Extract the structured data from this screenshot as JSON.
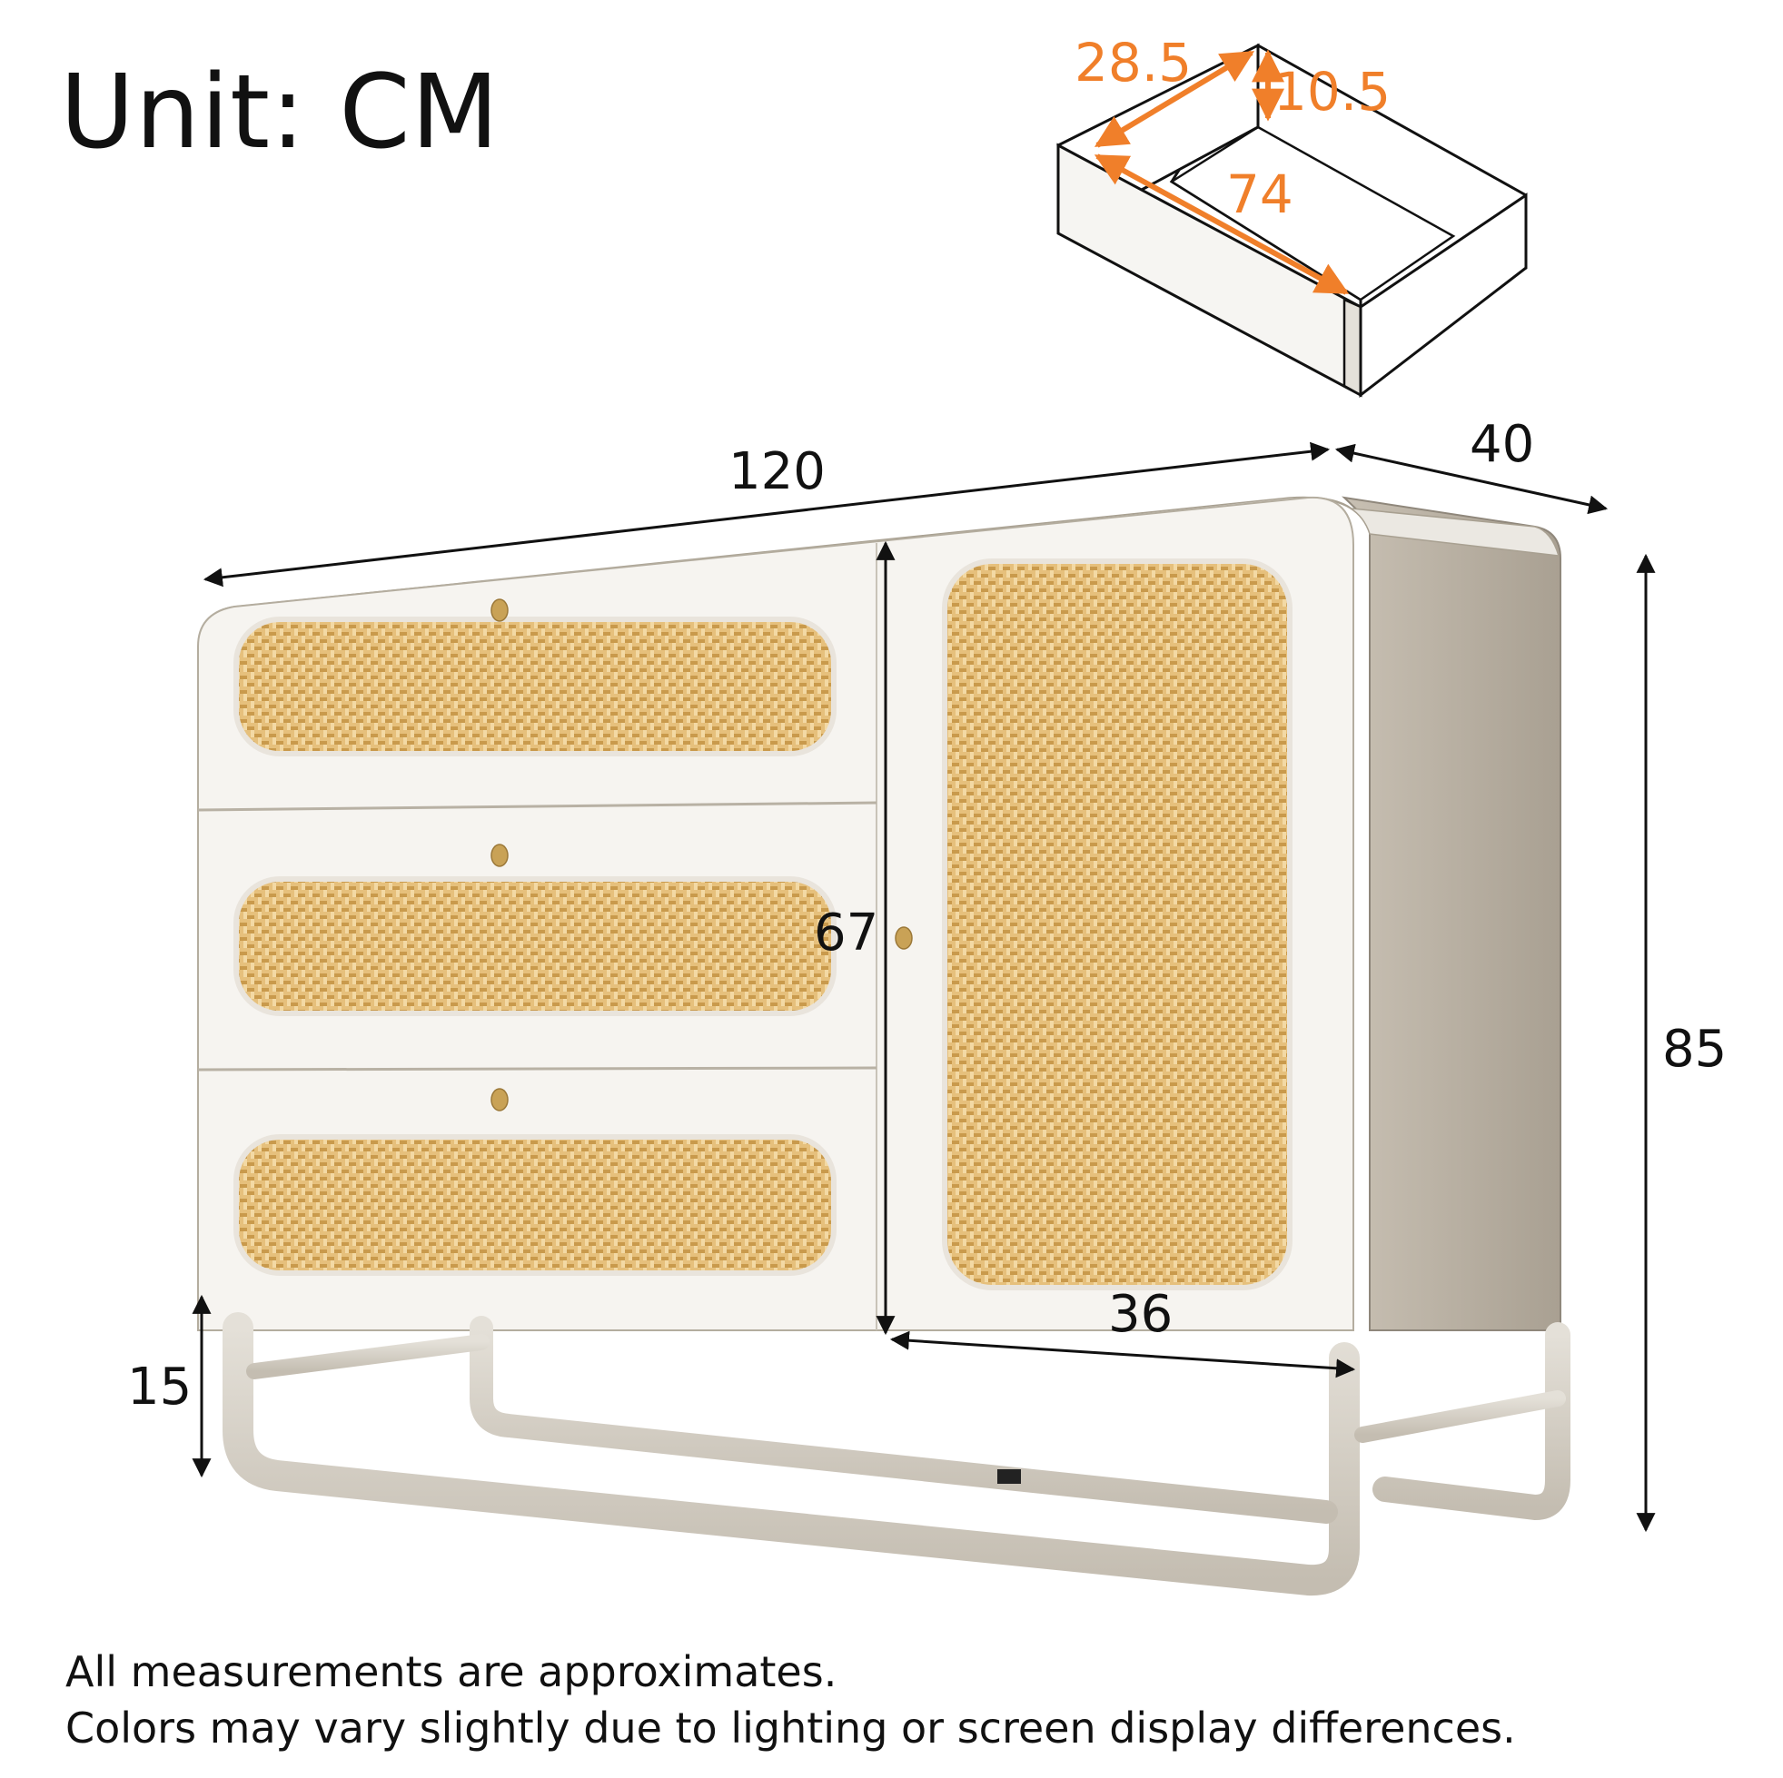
{
  "unit_label": "Unit: CM",
  "drawer_dimensions": {
    "depth": "28.5",
    "height": "10.5",
    "width": "74"
  },
  "cabinet_dimensions": {
    "overall_width": "120",
    "overall_depth": "40",
    "overall_height": "85",
    "body_height": "67",
    "door_width": "36",
    "leg_height": "15"
  },
  "notes": [
    "All measurements are approximates.",
    "Colors may vary slightly due to lighting or screen display differences."
  ],
  "colors": {
    "annotation_orange": "#f07f2a",
    "cabinet_white": "#f4f2ee",
    "rattan": "#e2bb76",
    "frame_metal": "#d7d2c9",
    "side_panel": "#bdb5a8",
    "knob_gold": "#c9a256"
  }
}
